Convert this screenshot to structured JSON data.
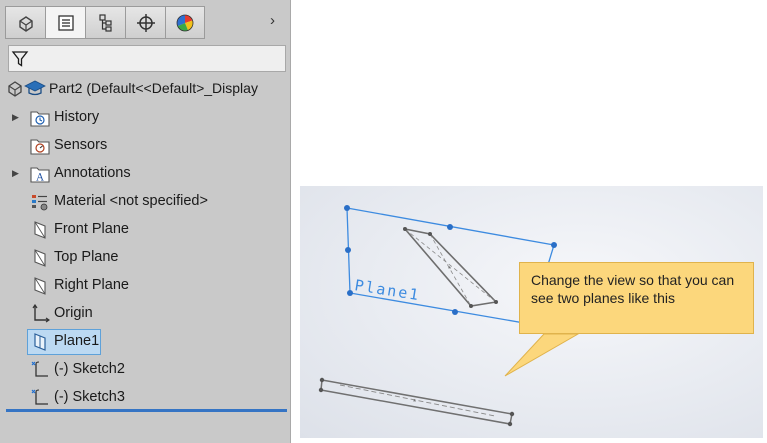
{
  "tabs": [
    {
      "icon": "feature-manager-icon"
    },
    {
      "icon": "property-manager-icon"
    },
    {
      "icon": "configuration-manager-icon"
    },
    {
      "icon": "dimxpert-icon"
    },
    {
      "icon": "display-manager-icon"
    }
  ],
  "tab_more": "›",
  "root": {
    "label": "Part2  (Default<<Default>_Display"
  },
  "tree": [
    {
      "label": "History",
      "icon": "history-folder-icon",
      "expandable": true
    },
    {
      "label": "Sensors",
      "icon": "sensors-folder-icon",
      "expandable": false
    },
    {
      "label": "Annotations",
      "icon": "annotations-folder-icon",
      "expandable": true
    },
    {
      "label": "Material <not specified>",
      "icon": "material-icon",
      "expandable": false
    },
    {
      "label": "Front Plane",
      "icon": "plane-icon",
      "expandable": false
    },
    {
      "label": "Top Plane",
      "icon": "plane-icon",
      "expandable": false
    },
    {
      "label": "Right Plane",
      "icon": "plane-icon",
      "expandable": false
    },
    {
      "label": "Origin",
      "icon": "origin-icon",
      "expandable": false
    },
    {
      "label": "Plane1",
      "icon": "plane-icon",
      "expandable": false,
      "selected": true
    },
    {
      "label": "(-) Sketch2",
      "icon": "sketch-icon",
      "expandable": false
    },
    {
      "label": "(-) Sketch3",
      "icon": "sketch-icon",
      "expandable": false
    }
  ],
  "viewport": {
    "plane_label": "Plane1",
    "callout_text": "Change the view so that you can see two planes like this",
    "colors": {
      "plane": "#3d8be0",
      "sketch": "#707070",
      "callout": "#fcd77c"
    }
  }
}
